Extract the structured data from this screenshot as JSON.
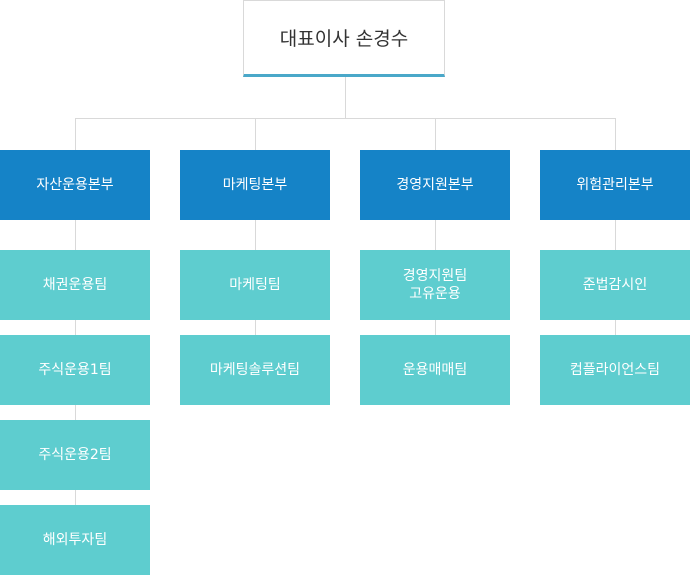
{
  "ceo": {
    "label": "대표이사 손경수"
  },
  "divisions": [
    {
      "label": "자산운용본부",
      "teams": [
        "채권운용팀",
        "주식운용1팀",
        "주식운용2팀",
        "해외투자팀"
      ]
    },
    {
      "label": "마케팅본부",
      "teams": [
        "마케팅팀",
        "마케팅솔루션팀"
      ]
    },
    {
      "label": "경영지원본부",
      "teams": [
        "경영지원팀\n고유운용",
        "운용매매팀"
      ]
    },
    {
      "label": "위험관리본부",
      "teams": [
        "준법감시인",
        "컴플라이언스팀"
      ]
    }
  ],
  "colors": {
    "ceo_border": "#4aa8c9",
    "division": "#1583c7",
    "team": "#5ecdcf",
    "connector": "#d9d9d9"
  }
}
